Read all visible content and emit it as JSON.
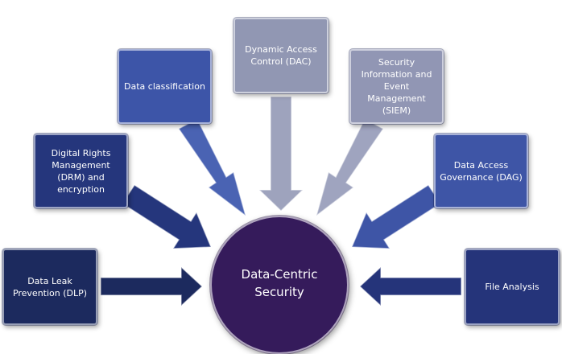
{
  "diagram": {
    "center": {
      "lines": [
        "Data-Centric",
        "Security"
      ],
      "color": "#351b5b"
    },
    "nodes": {
      "dlp": {
        "lines": [
          "Data Leak",
          "Prevention (DLP)"
        ],
        "color": "#1c2a5e"
      },
      "drm": {
        "lines": [
          "Digital Rights",
          "Management",
          "(DRM) and",
          "encryption"
        ],
        "color": "#25367c"
      },
      "dc": {
        "lines": [
          "Data classification"
        ],
        "color": "#3d55a8"
      },
      "dac": {
        "lines": [
          "Dynamic Access",
          "Control (DAC)"
        ],
        "color": "#9197b3"
      },
      "siem": {
        "lines": [
          "Security",
          "Information and",
          "Event",
          "Management",
          "(SIEM)"
        ],
        "color": "#9196b4"
      },
      "dag": {
        "lines": [
          "Data Access",
          "Governance (DAG)"
        ],
        "color": "#3e55a6"
      },
      "fa": {
        "lines": [
          "File Analysis"
        ],
        "color": "#25347a"
      }
    }
  }
}
